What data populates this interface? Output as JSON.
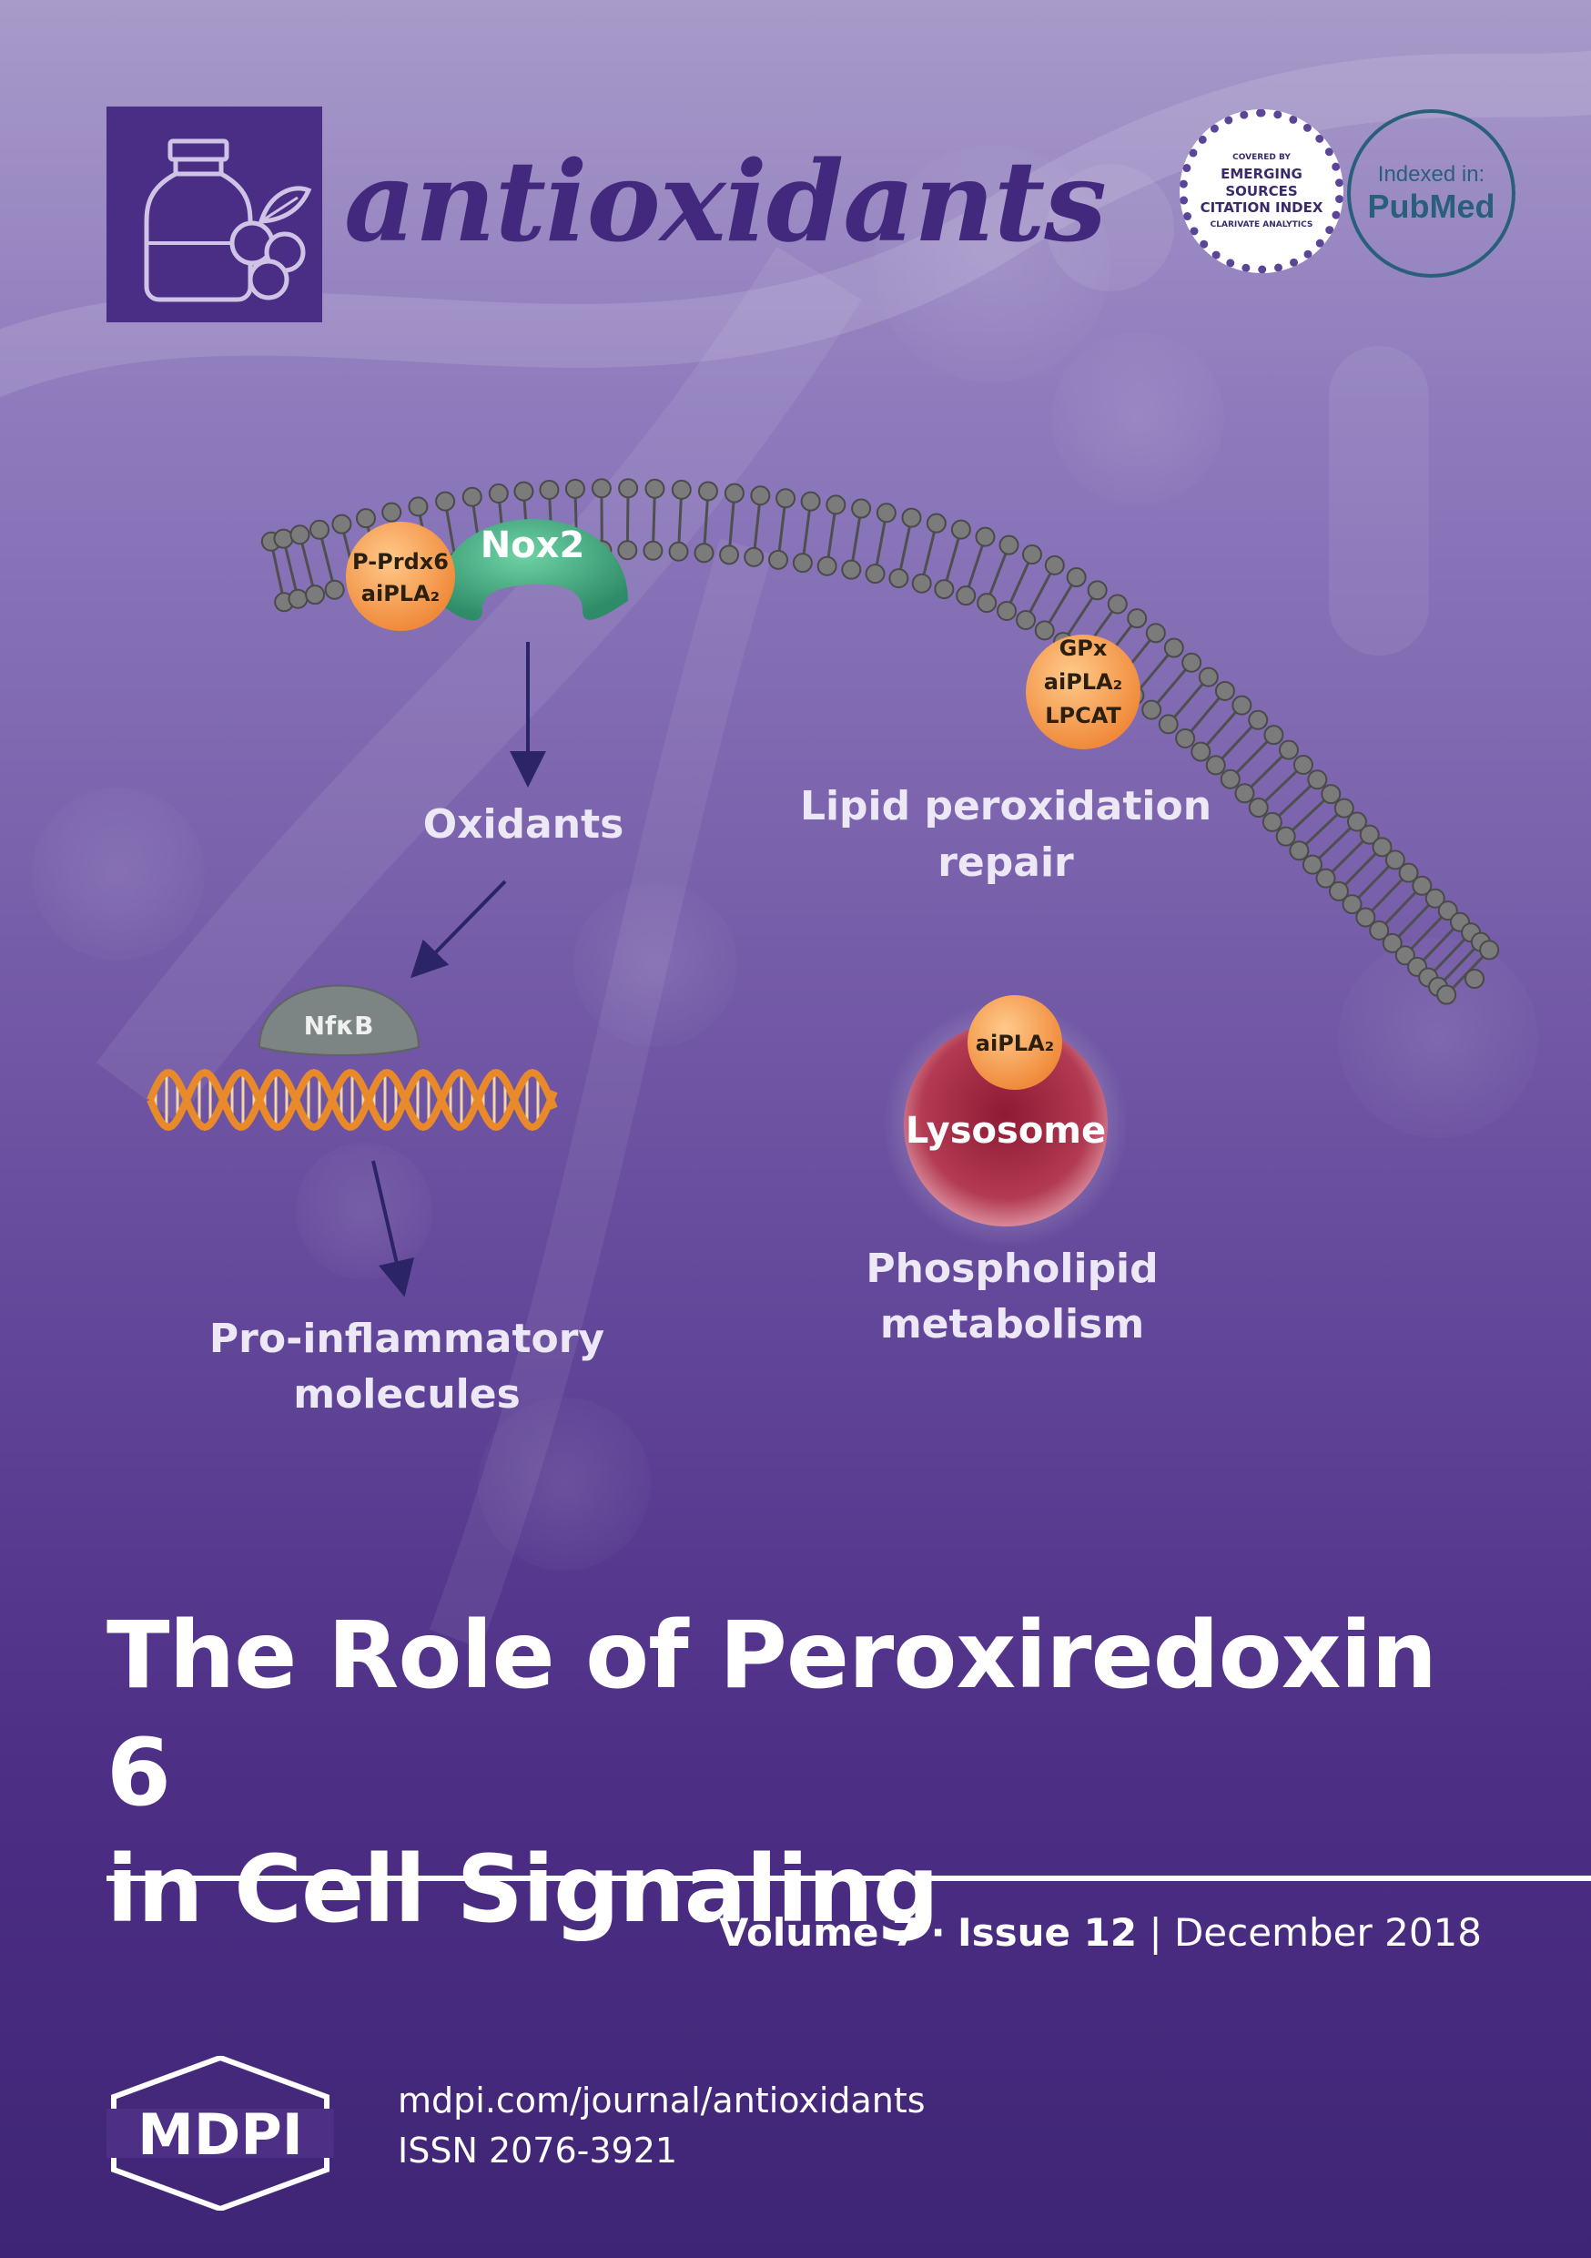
{
  "journal": {
    "name": "antioxidants",
    "esci_badge": {
      "top": "COVERED BY",
      "lines": [
        "EMERGING",
        "SOURCES",
        "CITATION INDEX"
      ],
      "bottom": "CLARIVATE ANALYTICS"
    },
    "pubmed_badge": {
      "line1": "Indexed in:",
      "line2": "PubMed"
    }
  },
  "diagram": {
    "nodes": {
      "nox2": "Nox2",
      "prdx6_line1": "P-Prdx6",
      "prdx6_line2": "aiPLA₂",
      "gpx_line1": "GPx",
      "gpx_line2": "aiPLA₂",
      "gpx_line3": "LPCAT",
      "nfkb": "NfκB",
      "lysosome_enzyme": "aiPLA₂",
      "lysosome": "Lysosome"
    },
    "labels": {
      "oxidants": "Oxidants",
      "lipid_line1": "Lipid peroxidation",
      "lipid_line2": "repair",
      "proinflam_line1": "Pro-inflammatory",
      "proinflam_line2": "molecules",
      "phospholipid_line1": "Phospholipid",
      "phospholipid_line2": "metabolism"
    }
  },
  "article": {
    "title_line1": "The Role of Peroxiredoxin 6",
    "title_line2": "in Cell Signaling"
  },
  "issue": {
    "volume": "Volume 7",
    "separator": "·",
    "issue": "Issue 12",
    "divider": "|",
    "date": "December 2018"
  },
  "footer": {
    "publisher": "MDPI",
    "url": "mdpi.com/journal/antioxidants",
    "issn": "ISSN 2076-3921"
  },
  "colors": {
    "journal_purple": "#43297d",
    "nox2_green": "#3aa07a",
    "node_orange": "#f39a4e",
    "lysosome_red": "#a8243a",
    "dna_orange": "#e88a2a"
  }
}
